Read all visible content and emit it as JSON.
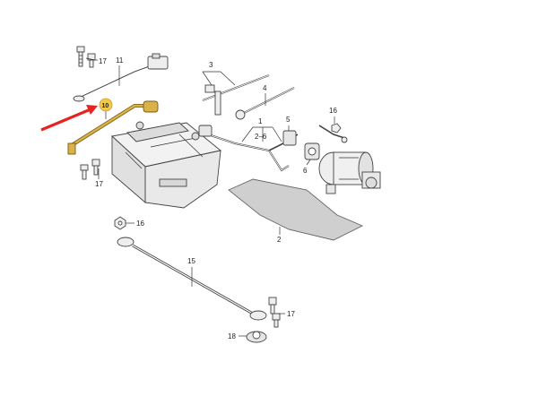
{
  "callouts": {
    "c17a": "17",
    "c11": "11",
    "c10": "10",
    "c17b": "17",
    "c3": "3",
    "c4": "4",
    "c1": "1",
    "c26": "2–6",
    "c5": "5",
    "c6": "6",
    "c16a": "16",
    "c2": "2",
    "c16b": "16",
    "c15": "15",
    "c17c": "17",
    "c18": "18"
  },
  "colors": {
    "highlight": "#d9b24a",
    "highlight_badge": "#f2c84b",
    "arrow": "#e52421",
    "line": "#444444",
    "mat": "#cfcfcf",
    "battery": "#e6e6e6"
  }
}
